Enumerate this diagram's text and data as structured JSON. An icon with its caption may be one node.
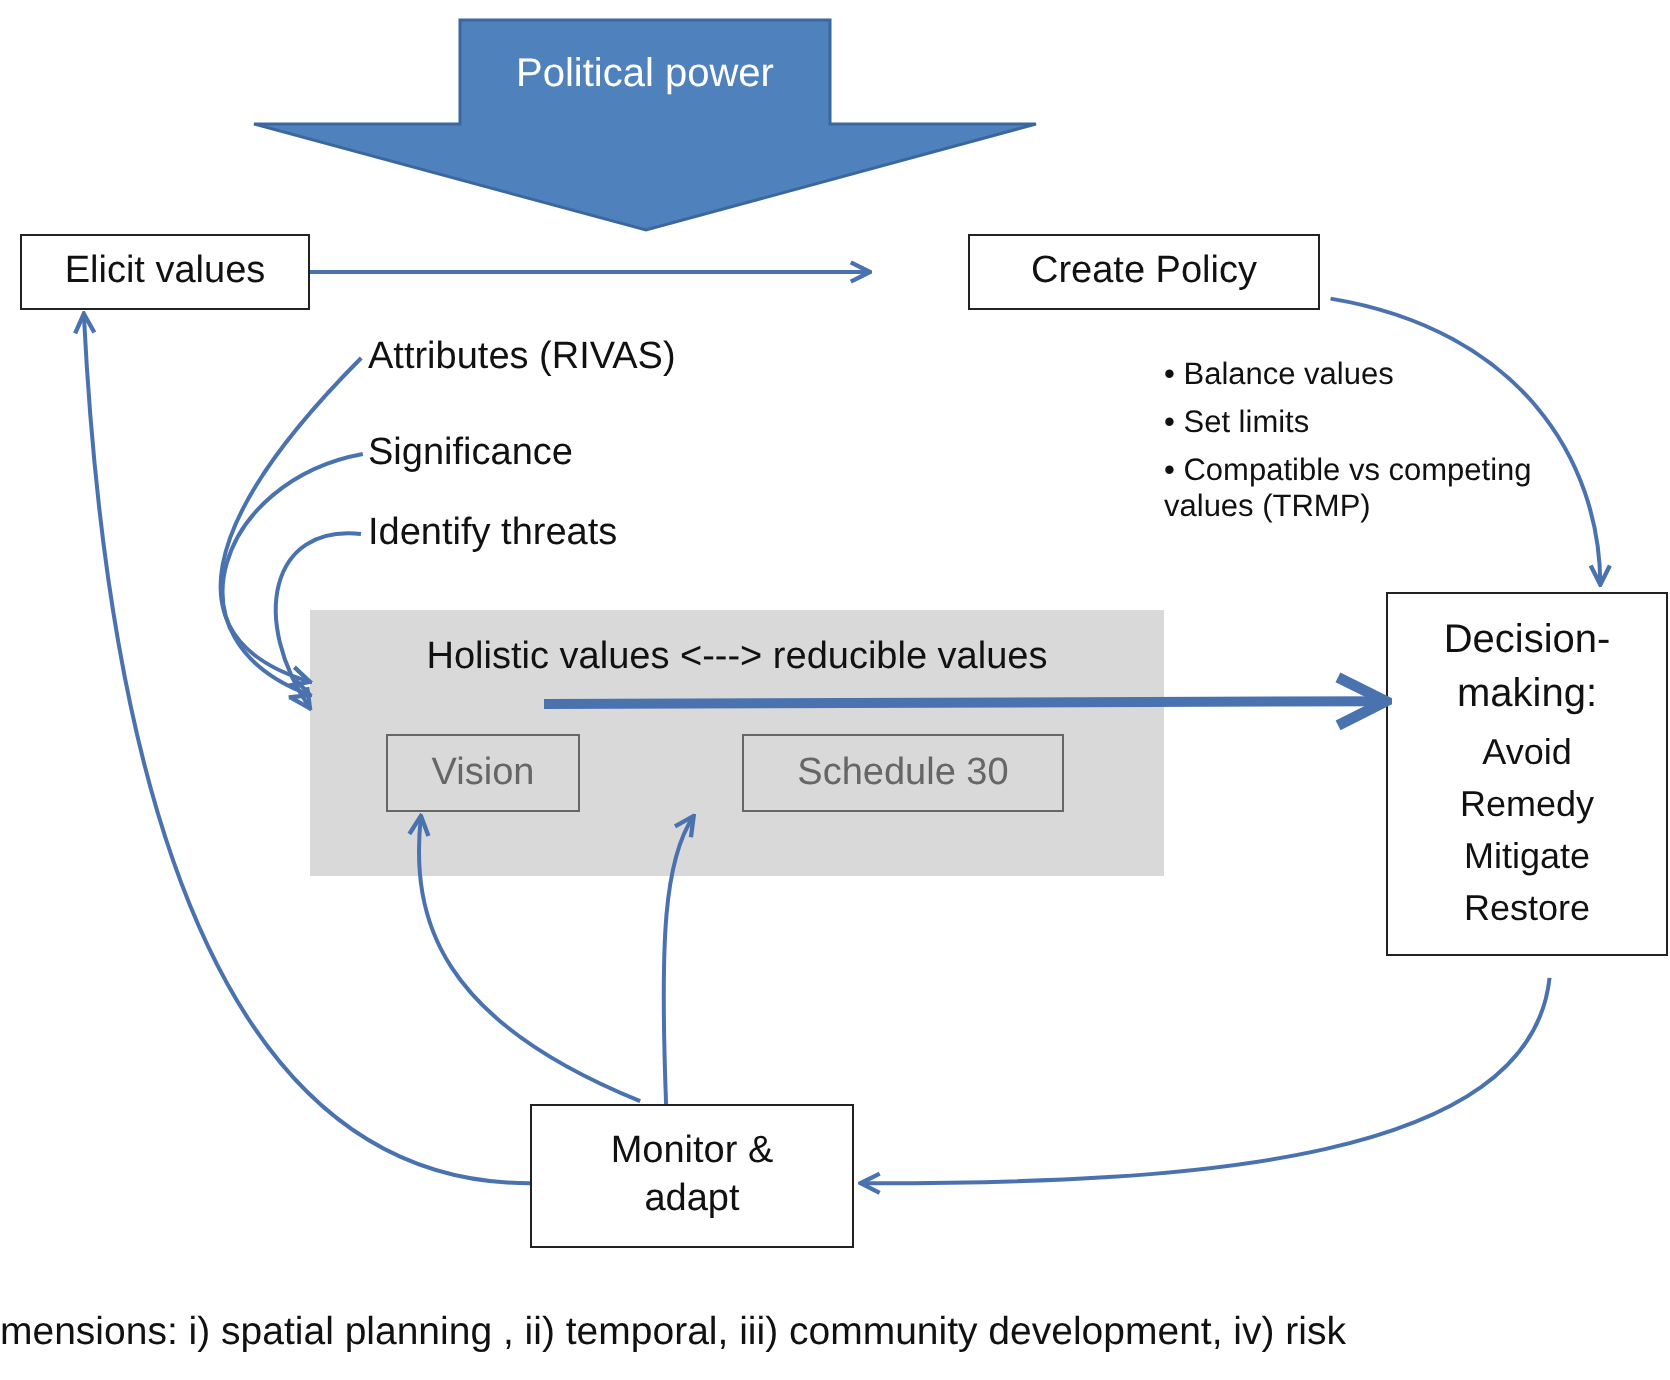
{
  "diagram": {
    "nodes": [
      {
        "text": [
          "Political power"
        ]
      },
      {
        "text": [
          "Elicit values"
        ]
      },
      {
        "text": [
          "Create Policy"
        ]
      },
      {
        "text": [
          "Attributes (RIVAS)"
        ]
      },
      {
        "text": [
          "Significance"
        ]
      },
      {
        "text": [
          "Identify threats"
        ]
      },
      {
        "text": [
          "Holistic values <---> reducible values"
        ]
      },
      {
        "text": [
          "Vision"
        ],
        "in": 6
      },
      {
        "text": [
          "Schedule 30"
        ],
        "in": 6
      },
      {
        "text": [
          "Decision-making:",
          "Avoid Remedy Mitigate Restore"
        ]
      },
      {
        "text": [
          "Monitor & adapt"
        ]
      }
    ],
    "edges": [
      {
        "from": 1,
        "to": null,
        "arrow": "to"
      },
      {
        "from": 2,
        "to": 9,
        "arrow": "to"
      },
      {
        "from": 3,
        "to": 6,
        "arrow": "to"
      },
      {
        "from": 4,
        "to": 6,
        "arrow": "to"
      },
      {
        "from": 5,
        "to": 6,
        "arrow": "to"
      },
      {
        "from": null,
        "to": 9,
        "arrow": "to",
        "style": "thick"
      },
      {
        "from": 9,
        "to": 10,
        "arrow": "to"
      },
      {
        "from": 10,
        "to": 1,
        "arrow": "to"
      },
      {
        "from": 10,
        "to": 7,
        "arrow": "to"
      },
      {
        "from": 10,
        "to": 8,
        "arrow": "to"
      }
    ],
    "labels": [
      "• Balance values",
      "• Set limits",
      "• Compatible vs competing values (TRMP)",
      "mensions:  i) spatial planning , ii) temporal, iii) community development, iv) risk"
    ]
  }
}
